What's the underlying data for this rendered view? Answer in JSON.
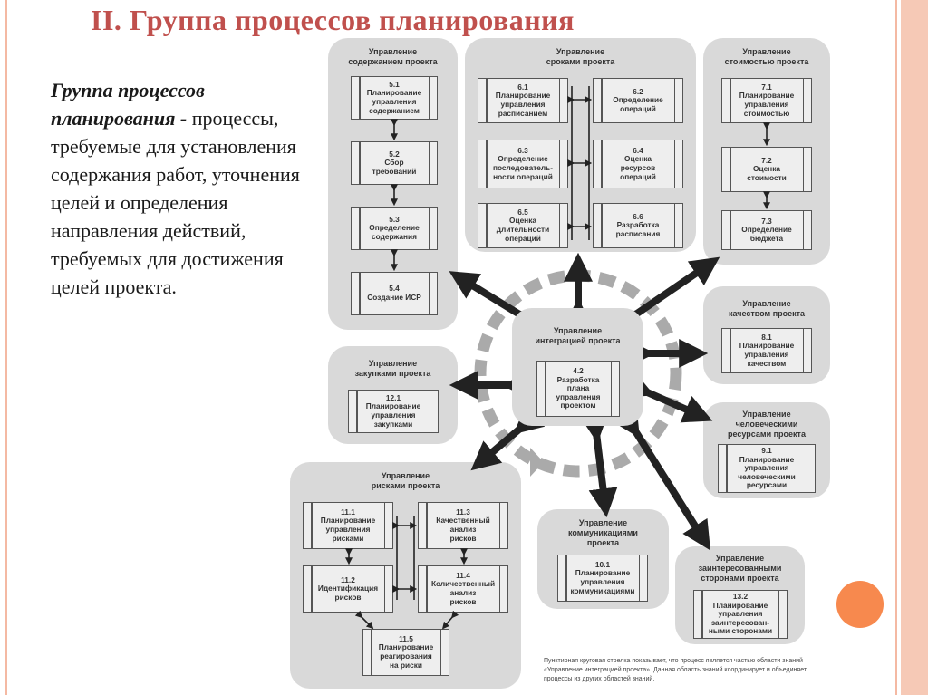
{
  "slide": {
    "title": "II. Группа процессов планирования",
    "text_bold": "Группа процессов планирования -",
    "text_rest": " процессы, требуемые для установления содержания работ, уточнения целей и определения направления действий, требуемых для достижения целей проекта."
  },
  "groups": {
    "scope": {
      "title": "Управление\nсодержанием проекта",
      "boxes": [
        {
          "num": "5.1",
          "label": "Планирование\nуправления\nсодержанием"
        },
        {
          "num": "5.2",
          "label": "Сбор\nтребований"
        },
        {
          "num": "5.3",
          "label": "Определение\nсодержания"
        },
        {
          "num": "5.4",
          "label": "Создание ИСР"
        }
      ]
    },
    "time": {
      "title": "Управление\nсроками проекта",
      "boxes": [
        {
          "num": "6.1",
          "label": "Планирование\nуправления\nрасписанием"
        },
        {
          "num": "6.2",
          "label": "Определение\nопераций"
        },
        {
          "num": "6.3",
          "label": "Определение\nпоследователь-\nности операций"
        },
        {
          "num": "6.4",
          "label": "Оценка\nресурсов\nопераций"
        },
        {
          "num": "6.5",
          "label": "Оценка\nдлительности\nопераций"
        },
        {
          "num": "6.6",
          "label": "Разработка\nрасписания"
        }
      ]
    },
    "cost": {
      "title": "Управление\nстоимостью проекта",
      "boxes": [
        {
          "num": "7.1",
          "label": "Планирование\nуправления\nстоимостью"
        },
        {
          "num": "7.2",
          "label": "Оценка\nстоимости"
        },
        {
          "num": "7.3",
          "label": "Определение\nбюджета"
        }
      ]
    },
    "quality": {
      "title": "Управление\nкачеством проекта",
      "boxes": [
        {
          "num": "8.1",
          "label": "Планирование\nуправления\nкачеством"
        }
      ]
    },
    "hr": {
      "title": "Управление\nчеловеческими\nресурсами проекта",
      "boxes": [
        {
          "num": "9.1",
          "label": "Планирование\nуправления\nчеловеческими\nресурсами"
        }
      ]
    },
    "procurement": {
      "title": "Управление\nзакупками проекта",
      "boxes": [
        {
          "num": "12.1",
          "label": "Планирование\nуправления\nзакупками"
        }
      ]
    },
    "communications": {
      "title": "Управление\nкоммуникациями\nпроекта",
      "boxes": [
        {
          "num": "10.1",
          "label": "Планирование\nуправления\nкоммуникациями"
        }
      ]
    },
    "stakeholders": {
      "title": "Управление\nзаинтересованными\nсторонами проекта",
      "boxes": [
        {
          "num": "13.2",
          "label": "Планирование\nуправления\nзаинтересован-\nными сторонами"
        }
      ]
    },
    "risk": {
      "title": "Управление\nрисками проекта",
      "boxes": [
        {
          "num": "11.1",
          "label": "Планирование\nуправления\nрисками"
        },
        {
          "num": "11.3",
          "label": "Качественный\nанализ\nрисков"
        },
        {
          "num": "11.2",
          "label": "Идентификация\nрисков"
        },
        {
          "num": "11.4",
          "label": "Количественный\nанализ\nрисков"
        },
        {
          "num": "11.5",
          "label": "Планирование\nреагирования\nна риски"
        }
      ]
    },
    "integration": {
      "title": "Управление\nинтеграцией проекта",
      "boxes": [
        {
          "num": "4.2",
          "label": "Разработка\nплана\nуправления\nпроектом"
        }
      ]
    }
  },
  "footnote": "Пунктирная круговая стрелка показывает, что процесс является частью области знаний «Управление интеграцией проекта». Данная область знаний координирует и объединяет процессы из других областей знаний."
}
